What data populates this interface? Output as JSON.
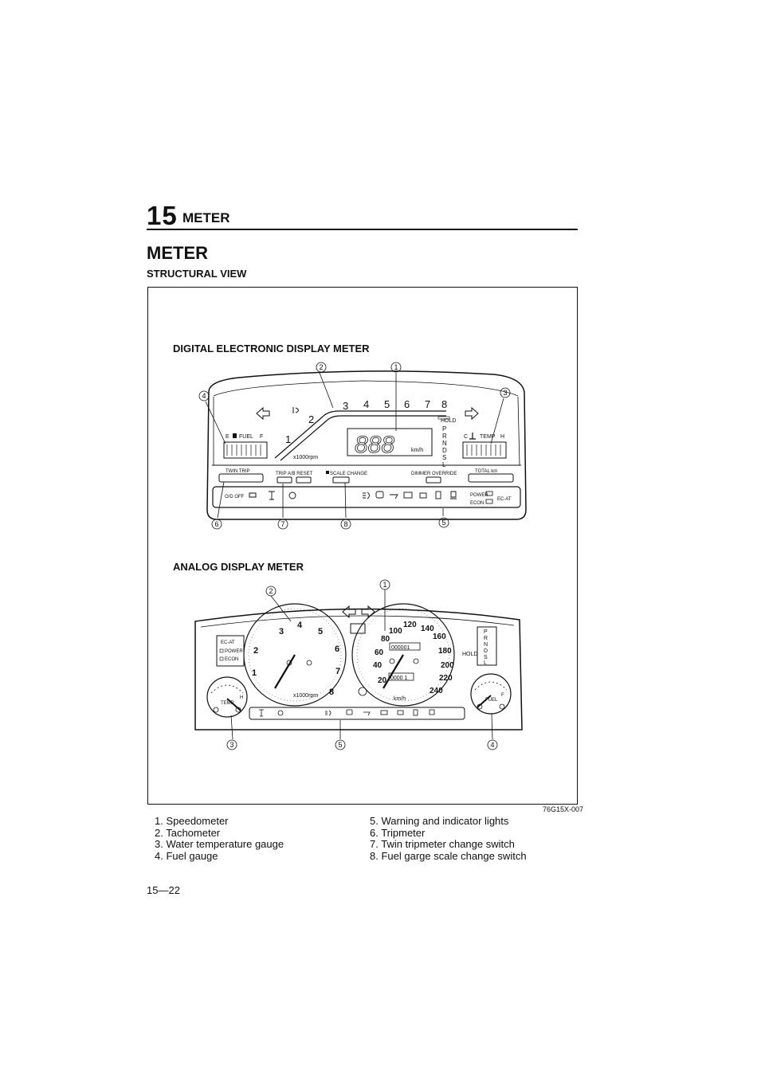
{
  "header": {
    "chapter": "15",
    "title": "METER"
  },
  "section_title": "METER",
  "subsection_title": "STRUCTURAL VIEW",
  "digital": {
    "title": "DIGITAL ELECTRONIC DISPLAY METER",
    "tach_numbers": [
      "1",
      "2",
      "3",
      "4",
      "5",
      "6",
      "7",
      "8"
    ],
    "rpm_label": "x1000rpm",
    "speed_digits": "888",
    "speed_unit": "km/h",
    "hold": "HOLD",
    "gear_letters": [
      "P",
      "R",
      "N",
      "D",
      "S",
      "L"
    ],
    "fuel_e": "E",
    "fuel_label": "FUEL",
    "fuel_f": "F",
    "temp_c": "C",
    "temp_label": "TEMP",
    "temp_h": "H",
    "twin_trip": "TWIN TRIP",
    "trip_reset": "TRIP A/B  RESET",
    "scale_change": "SCALE CHANGE",
    "dimmer": "DIMMER OVERRIDE",
    "total": "TOTAL km",
    "od_off": "O/D OFF",
    "power": "POWER",
    "econ": "ECON",
    "ecat": "EC-AT",
    "callouts": [
      "4",
      "2",
      "1",
      "3",
      "6",
      "7",
      "8",
      "5"
    ]
  },
  "analog": {
    "title": "ANALOG DISPLAY METER",
    "tach_numbers": [
      "1",
      "2",
      "3",
      "4",
      "5",
      "6",
      "7",
      "8"
    ],
    "rpm_label": "x1000rpm",
    "speed_numbers": [
      "20",
      "40",
      "60",
      "80",
      "100",
      "120",
      "140",
      "160",
      "180",
      "200",
      "220",
      "240"
    ],
    "speed_unit": "km/h",
    "odometer": "000001",
    "trip": "0000 1",
    "ecat": "EC-AT",
    "power": "POWER",
    "econ": "ECON",
    "hold": "HOLD",
    "gear_letters": [
      "P",
      "R",
      "N",
      "D",
      "S",
      "L"
    ],
    "temp_label": "TEMP",
    "temp_h": "H",
    "fuel_label": "FUEL",
    "fuel_f": "F",
    "callouts": [
      "2",
      "1",
      "3",
      "5",
      "4"
    ]
  },
  "figure_code": "76G15X-007",
  "legend_left": [
    "1. Speedometer",
    "2. Tachometer",
    "3. Water temperature gauge",
    "4. Fuel gauge"
  ],
  "legend_right": [
    "5. Warning and indicator lights",
    "6. Tripmeter",
    "7. Twin tripmeter change switch",
    "8. Fuel garge scale change switch"
  ],
  "page_number": "15—22"
}
